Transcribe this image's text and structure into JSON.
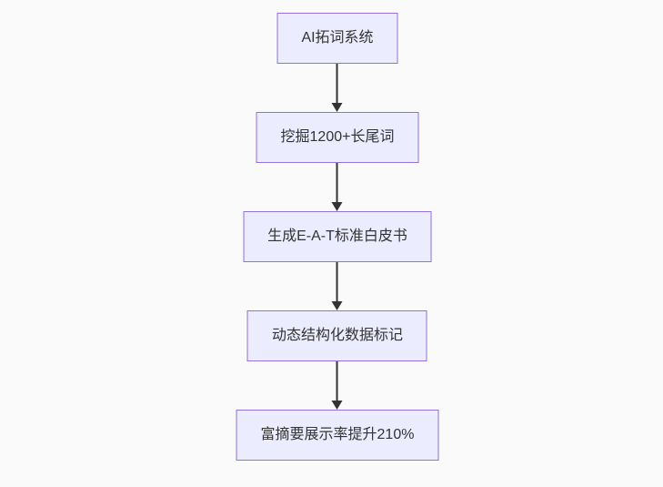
{
  "flowchart": {
    "type": "flowchart",
    "direction": "top-down",
    "nodes": [
      {
        "label": "AI拓词系统"
      },
      {
        "label": "挖掘1200+长尾词"
      },
      {
        "label": "生成E-A-T标准白皮书"
      },
      {
        "label": "动态结构化数据标记"
      },
      {
        "label": "富摘要展示率提升210%"
      }
    ],
    "edges": [
      {
        "from": 0,
        "to": 1
      },
      {
        "from": 1,
        "to": 2
      },
      {
        "from": 2,
        "to": 3
      },
      {
        "from": 3,
        "to": 4
      }
    ],
    "colors": {
      "node_fill": "#ECECFF",
      "node_border": "#9370DB",
      "text": "#333333",
      "arrow": "#333333",
      "background": "#FAFAFA"
    }
  }
}
